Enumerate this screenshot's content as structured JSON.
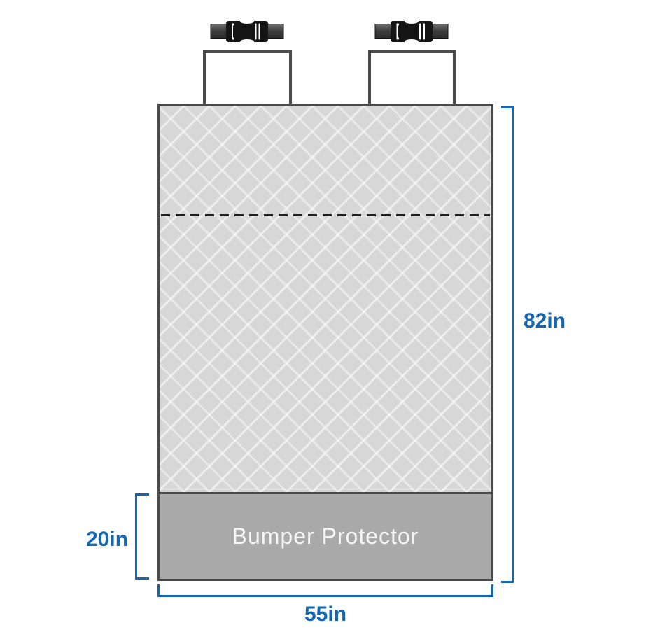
{
  "diagram": {
    "title": "cargo-liner-bumper-protector-dimension-diagram",
    "product": {
      "bumper_label": "Bumper Protector",
      "sections": [
        "quilted-main-panel",
        "bumper-protector-flap"
      ],
      "attachments": [
        "side-release-buckle",
        "side-release-buckle"
      ]
    },
    "dimensions": {
      "height": {
        "label": "82in",
        "value": 82,
        "unit": "in",
        "side": "right"
      },
      "bumper_drop": {
        "label": "20in",
        "value": 20,
        "unit": "in",
        "side": "left"
      },
      "width": {
        "label": "55in",
        "value": 55,
        "unit": "in",
        "side": "bottom"
      }
    },
    "colors": {
      "dimension_blue": "#1566b0",
      "quilt_gray": "#d7d7d7",
      "bumper_gray": "#a9a9a9",
      "outline_gray": "#4a4a4a",
      "label_white": "#f5f5f5",
      "buckle_black": "#141414"
    },
    "icons": [
      "side-release-buckle-icon",
      "side-release-buckle-icon"
    ]
  }
}
